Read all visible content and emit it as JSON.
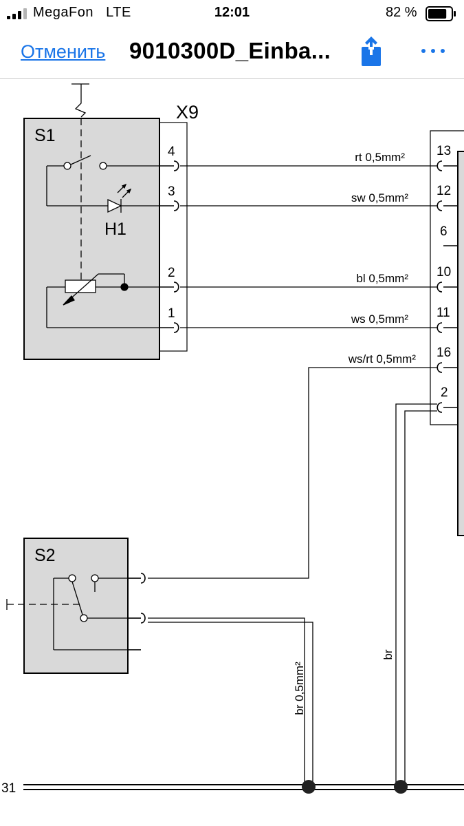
{
  "status": {
    "carrier": "MegaFon",
    "network": "LTE",
    "time": "12:01",
    "battery_percent": "82 %",
    "battery_level": 0.82,
    "icons": [
      "signal-icon",
      "battery-icon"
    ]
  },
  "nav": {
    "cancel_label": "Отменить",
    "title": "9010300D_Einba...",
    "icons": [
      "share-icon",
      "more-icon"
    ]
  },
  "colors": {
    "link": "#1a75e8",
    "component_fill": "#d9d9d9",
    "ink": "#000000"
  },
  "diagram": {
    "s1": {
      "label": "S1",
      "lamp": "H1"
    },
    "connector": {
      "label": "X9",
      "pins": [
        "4",
        "3",
        "2",
        "1"
      ]
    },
    "right_pins": [
      "13",
      "12",
      "6",
      "10",
      "11",
      "16",
      "2"
    ],
    "wires": {
      "w13": "rt 0,5mm²",
      "w12": "sw 0,5mm²",
      "w10": "bl 0,5mm²",
      "w11": "ws 0,5mm²",
      "w16": "ws/rt 0,5mm²",
      "w_br1": "br 0,5mm²",
      "w_br2": "br"
    },
    "s2": {
      "label": "S2"
    },
    "ground": {
      "label": "31"
    }
  }
}
